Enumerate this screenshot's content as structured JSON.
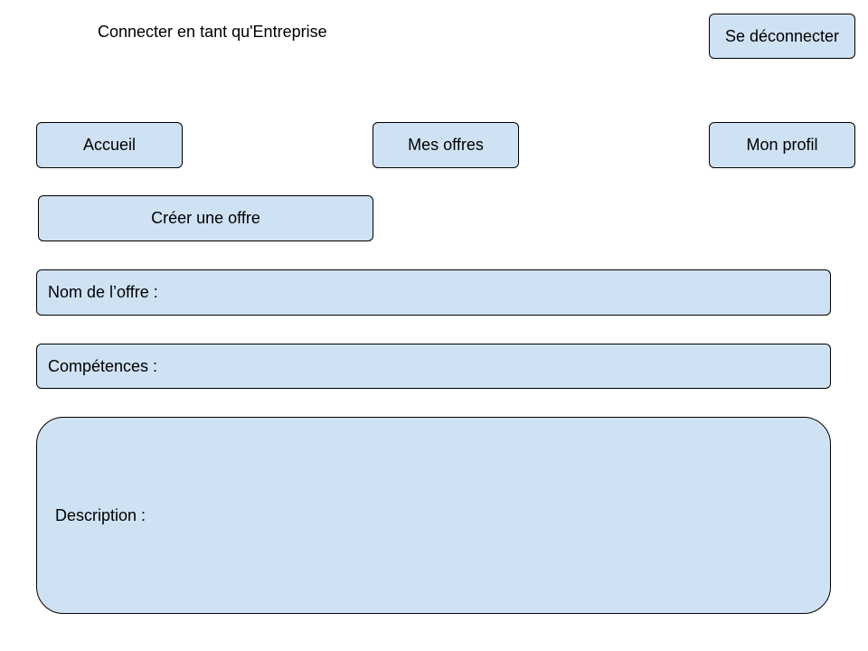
{
  "header": {
    "status_text": "Connecter en tant qu'Entreprise",
    "logout_label": "Se déconnecter"
  },
  "nav": {
    "items": [
      {
        "label": "Accueil"
      },
      {
        "label": "Mes offres"
      },
      {
        "label": "Mon profil"
      }
    ]
  },
  "main": {
    "create_label": "Créer une offre",
    "fields": {
      "offer_name_label": "Nom de l’offre :",
      "skills_label": "Compétences :",
      "description_label": "Description :"
    }
  },
  "colors": {
    "box_fill": "#cfe2f3",
    "border": "#000000",
    "background": "#ffffff"
  }
}
